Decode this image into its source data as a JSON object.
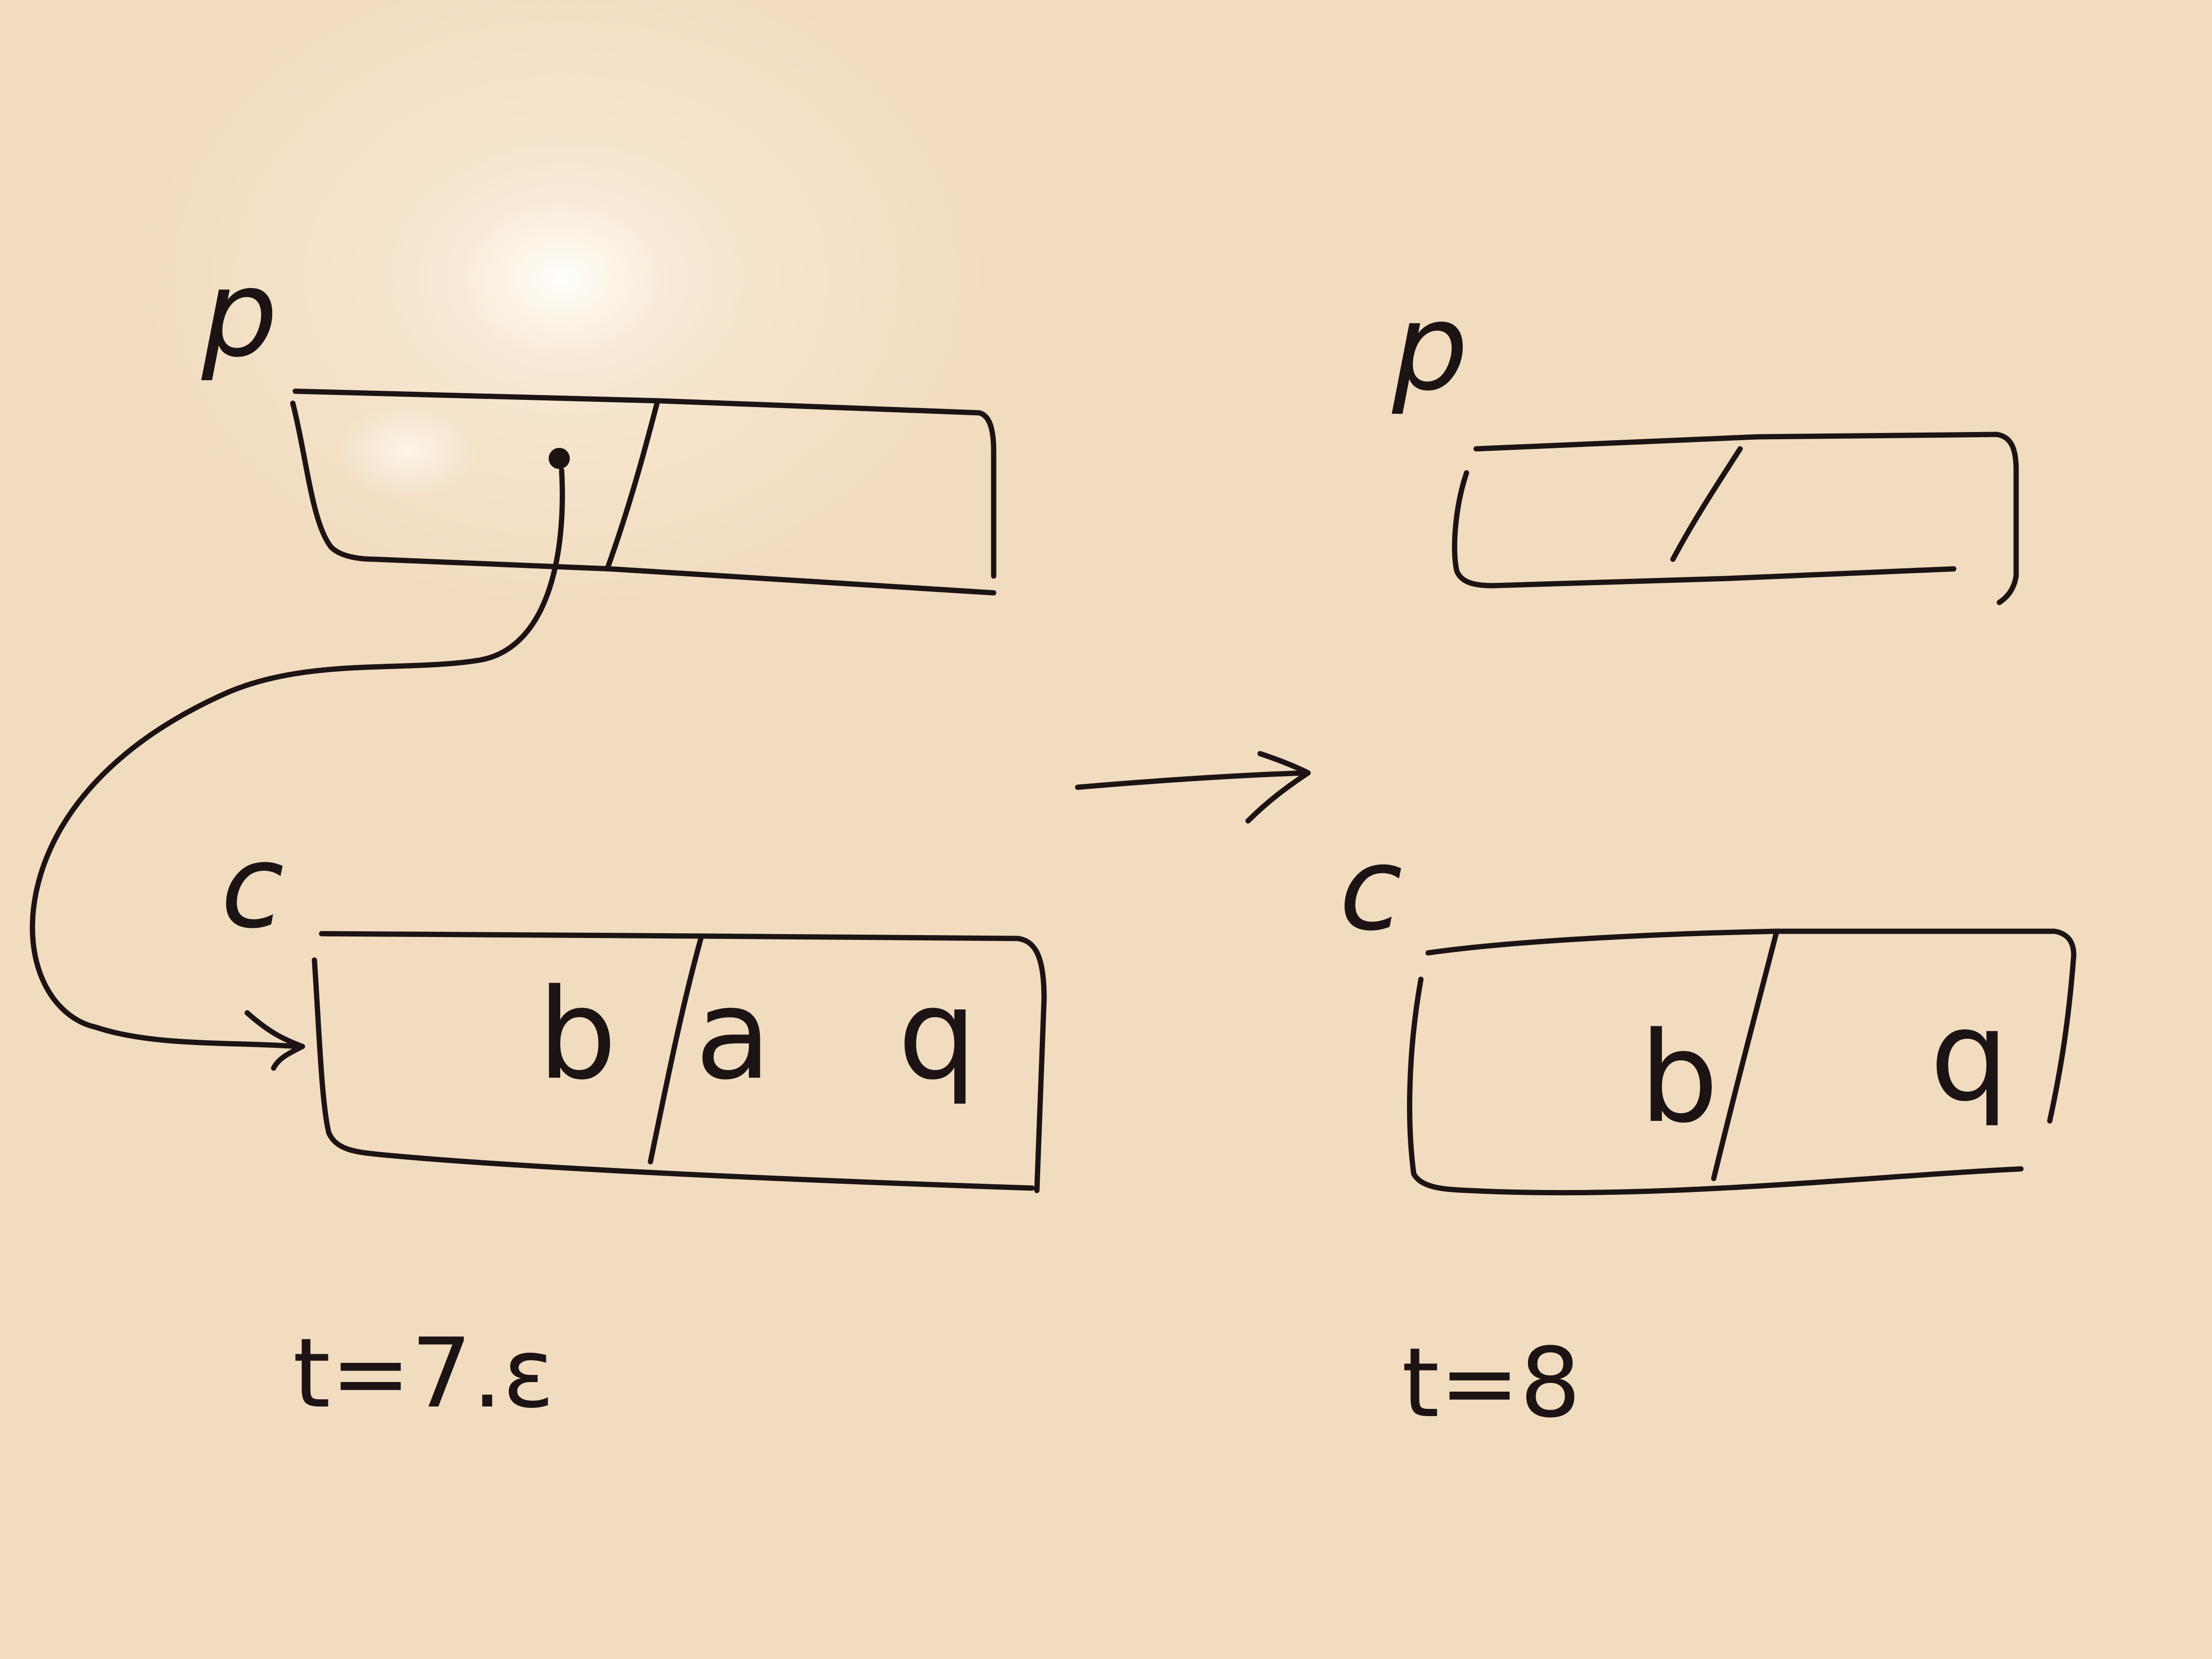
{
  "left_state": {
    "p_label": "p",
    "c_label": "c",
    "c_slot1_value": "b a",
    "c_slot2_value": "q",
    "time_label": "t=7.ε"
  },
  "right_state": {
    "p_label": "p",
    "c_label": "c",
    "c_slot1_value": "b",
    "c_slot2_value": "q",
    "time_label": "t=8"
  },
  "colors": {
    "ink": "#1c1414",
    "board": "#f4e2c8"
  }
}
